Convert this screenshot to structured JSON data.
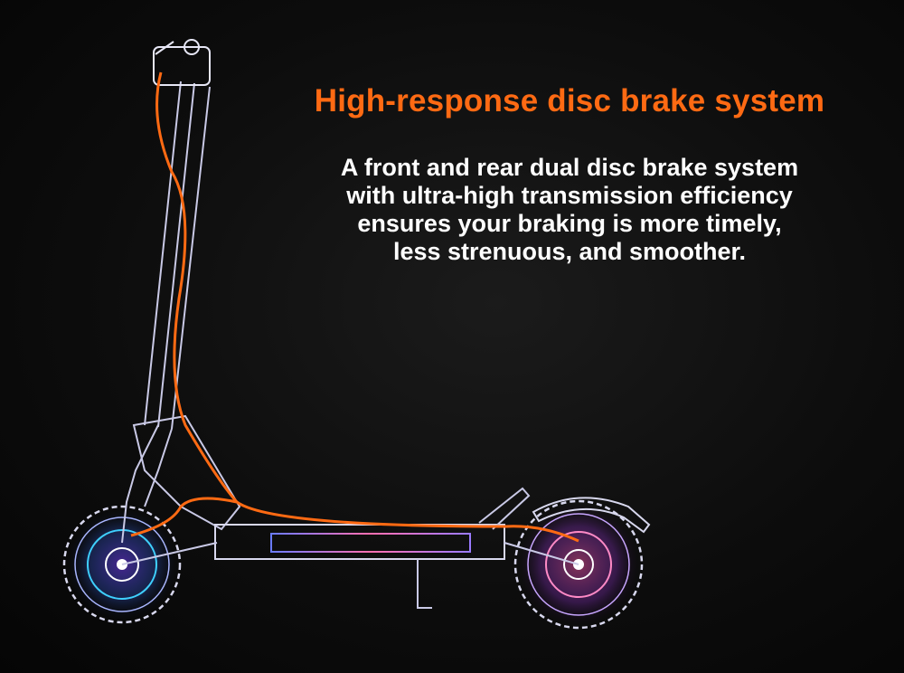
{
  "headline": "High-response disc brake system",
  "body_lines": [
    "A front and rear dual disc brake system",
    " with ultra-high transmission efficiency",
    "ensures  your braking is more timely,",
    "less strenuous, and smoother."
  ],
  "colors": {
    "accent": "#ff6a13",
    "text": "#ffffff",
    "background": "#0d0d0d",
    "wireframe": "#c9c9e6"
  },
  "illustration": "electric-scooter-xray-icon"
}
